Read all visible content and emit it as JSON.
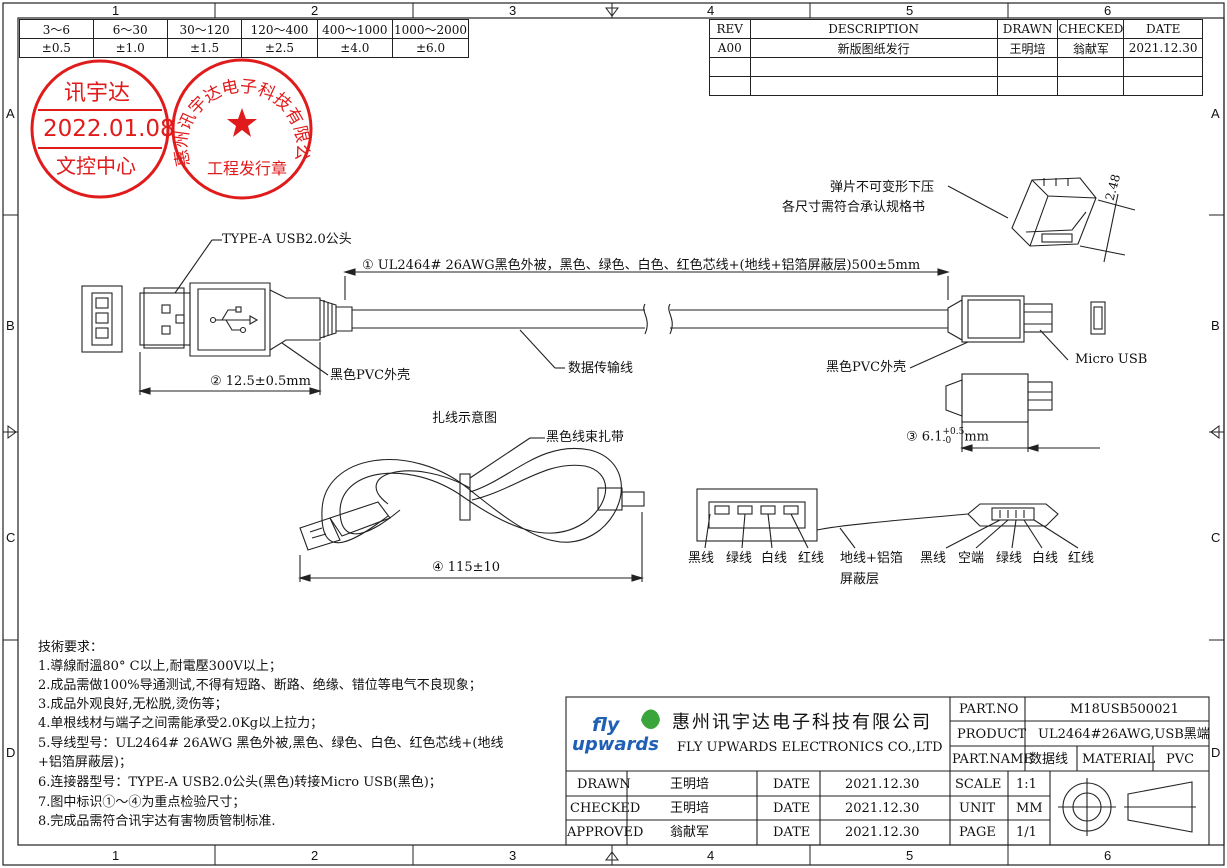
{
  "frame": {
    "zones_top": [
      "1",
      "2",
      "3",
      "4",
      "5",
      "6"
    ],
    "zones_side": [
      "A",
      "B",
      "C",
      "D"
    ]
  },
  "tolerance_table": {
    "ranges": [
      "3～6",
      "6～30",
      "30～120",
      "120～400",
      "400～1000",
      "1000～2000"
    ],
    "values": [
      "±0.5",
      "±1.0",
      "±1.5",
      "±2.5",
      "±4.0",
      "±6.0"
    ]
  },
  "revision_table": {
    "headers": [
      "REV",
      "DESCRIPTION",
      "DRAWN",
      "CHECKED",
      "DATE"
    ],
    "rows": [
      [
        "A00",
        "新版图纸发行",
        "王明培",
        "翁献军",
        "2021.12.30"
      ]
    ]
  },
  "stamp_control": {
    "top": "讯宇达",
    "date": "2022.01.08",
    "bottom": "文控中心"
  },
  "stamp_company": {
    "ring": "惠州讯宇达电子科技有限公司",
    "center": "工程发行章"
  },
  "labels": {
    "type_a": "TYPE-A USB2.0公头",
    "cable_spec": "① UL2464# 26AWG黑色外被，黑色、绿色、白色、红色芯线+(地线+铝箔屏蔽层)500±5mm",
    "dim2": "② 12.5±0.5mm",
    "pvc_left": "黑色PVC外壳",
    "data_line": "数据传输线",
    "pvc_right": "黑色PVC外壳",
    "micro_usb": "Micro USB",
    "spring_note1": "弹片不可变形下压",
    "spring_note2": "各尺寸需符合承认规格书",
    "dim_248": "2.48",
    "dim3_prefix": "③ 6.1",
    "dim3_sup": "+0.5",
    "dim3_sub": "-0",
    "dim3_unit": "mm",
    "tie_title": "扎线示意图",
    "tie_label": "黑色线束扎带",
    "dim4": "④ 115±10",
    "wiring_left": [
      "黑线",
      "绿线",
      "白线",
      "红线"
    ],
    "wiring_shield": "地线+铝箔",
    "wiring_shield2": "屏蔽层",
    "wiring_right": [
      "黑线",
      "空端",
      "绿线",
      "白线",
      "红线"
    ]
  },
  "tech_notes": {
    "title": "技術要求：",
    "lines": [
      "1.導線耐溫80° C以上,耐電壓300V以上；",
      "2.成品需做100%导通测试,不得有短路、断路、绝缘、错位等电气不良现象；",
      "3.成品外观良好,无松脱,烫伤等；",
      "4.单根线材与端子之间需能承受2.0Kg以上拉力；",
      "5.导线型号：UL2464# 26AWG 黑色外被,黑色、绿色、白色、红色芯线+(地线",
      "+铝箔屏蔽层)；",
      "6.连接器型号：TYPE-A USB2.0公头(黑色)转接Micro USB(黑色)；",
      "7.图中标识①～④为重点检验尺寸；",
      "8.完成品需符合讯宇达有害物质管制标准."
    ]
  },
  "title_block": {
    "logo_top": "fly",
    "logo_bottom": "upwards",
    "company_cn": "惠州讯宇达电子科技有限公司",
    "company_en": "FLY UPWARDS ELECTRONICS CO.,LTD",
    "part_no_label": "PART.NO",
    "part_no": "M18USB500021",
    "product_label": "PRODUCT",
    "product": "UL2464#26AWG,USB黑端",
    "part_name_label": "PART.NAME",
    "part_name": "数据线",
    "material_label": "MATERIAL",
    "material": "PVC",
    "rows": [
      {
        "label": "DRAWN",
        "name": "王明培",
        "date_label": "DATE",
        "date": "2021.12.30",
        "k": "SCALE",
        "v": "1:1"
      },
      {
        "label": "CHECKED",
        "name": "王明培",
        "date_label": "DATE",
        "date": "2021.12.30",
        "k": "UNIT",
        "v": "MM"
      },
      {
        "label": "APPROVED",
        "name": "翁献军",
        "date_label": "DATE",
        "date": "2021.12.30",
        "k": "PAGE",
        "v": "1/1"
      }
    ]
  },
  "colors": {
    "stamp": "#e01b1b",
    "logo_blue": "#1f5fb5",
    "logo_green": "#3aa53a"
  }
}
